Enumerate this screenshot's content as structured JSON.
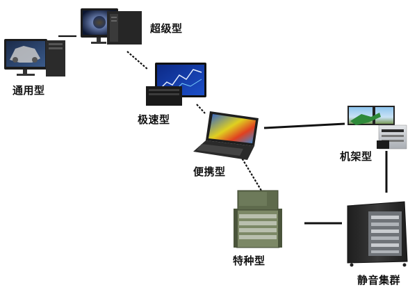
{
  "nodes": [
    {
      "id": "general",
      "label": "通用型"
    },
    {
      "id": "super",
      "label": "超级型"
    },
    {
      "id": "fast",
      "label": "极速型"
    },
    {
      "id": "portable",
      "label": "便携型"
    },
    {
      "id": "rack",
      "label": "机架型"
    },
    {
      "id": "special",
      "label": "特种型"
    },
    {
      "id": "silent",
      "label": "静音集群"
    }
  ],
  "colors": {
    "line": "#111111",
    "monitor_frame": "#1c1c1c",
    "tower": "#2a2a2a",
    "chart_bg": "#1a3a8a",
    "rack_silver": "#c9ccd0",
    "case_green": "#6d7a5a",
    "cabinet": "#2b2b2b"
  }
}
